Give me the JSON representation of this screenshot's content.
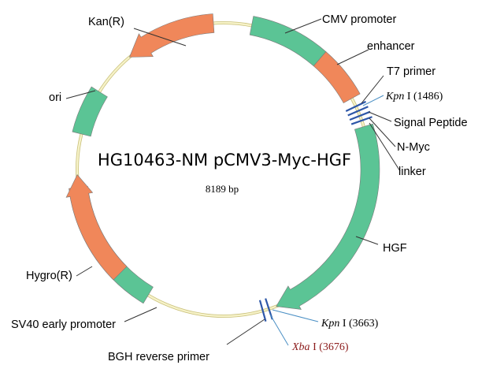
{
  "title": "HG10463-NM pCMV3-Myc-HGF",
  "size": "8189 bp",
  "colors": {
    "backbone": "#f2eebb",
    "promoter": "#5bc495",
    "gene": "#f0875a",
    "site": "#2e57a8"
  },
  "features": {
    "cmv": "CMV promoter",
    "enhancer": "enhancer",
    "t7": "T7 primer",
    "signal": "Signal Peptide",
    "nmyc": "N-Myc",
    "linker": "linker",
    "hgf": "HGF",
    "bgh": "BGH reverse primer",
    "sv40": "SV40 early promoter",
    "hygro": "Hygro(R)",
    "ori": "ori",
    "kan": "Kan(R)"
  },
  "sites": {
    "kpn1": {
      "enzyme": "Kpn",
      "suffix": " I (1486)"
    },
    "kpn2": {
      "enzyme": "Kpn",
      "suffix": " I (3663)"
    },
    "xba": {
      "enzyme": "Xba",
      "suffix": " I (3676)"
    }
  }
}
